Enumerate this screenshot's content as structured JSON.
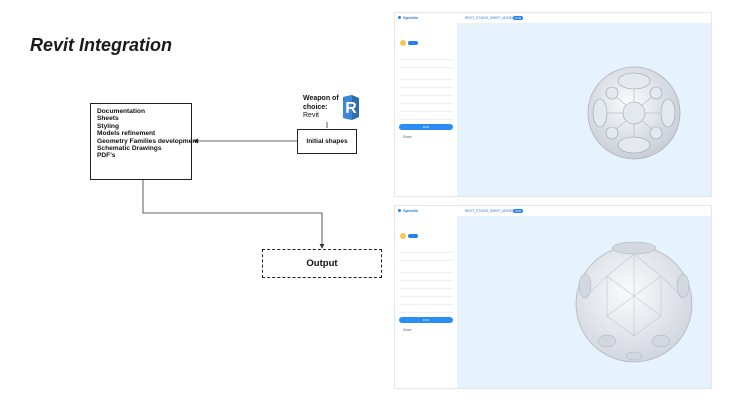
{
  "title": "Revit Integration",
  "documentation_box": {
    "lines": [
      "Documentation",
      "Sheets",
      "Styling",
      "Models refinement",
      "Geometry Families development",
      "Schematic Drawings",
      "PDF's"
    ]
  },
  "weapon": {
    "line1": "Weapon of",
    "line2": "choice:",
    "line3": "Revit"
  },
  "logo_letter": "R",
  "initial_shapes_label": "Initial shapes",
  "output_label": "Output",
  "app_panels": [
    {
      "brand": "Specklе",
      "file_tab": "REVIT_STUDIO_SHEET_MODEL",
      "badge": "LIVE",
      "run_label": "RUN",
      "bottom_label": "Share"
    },
    {
      "brand": "Specklе",
      "file_tab": "REVIT_STUDIO_SHEET_MODEL",
      "badge": "LIVE",
      "run_label": "RUN",
      "bottom_label": "Share"
    }
  ],
  "colors": {
    "accent": "#2a7ff0",
    "viewport_bg": "#e6f3fd",
    "line": "#333333"
  }
}
